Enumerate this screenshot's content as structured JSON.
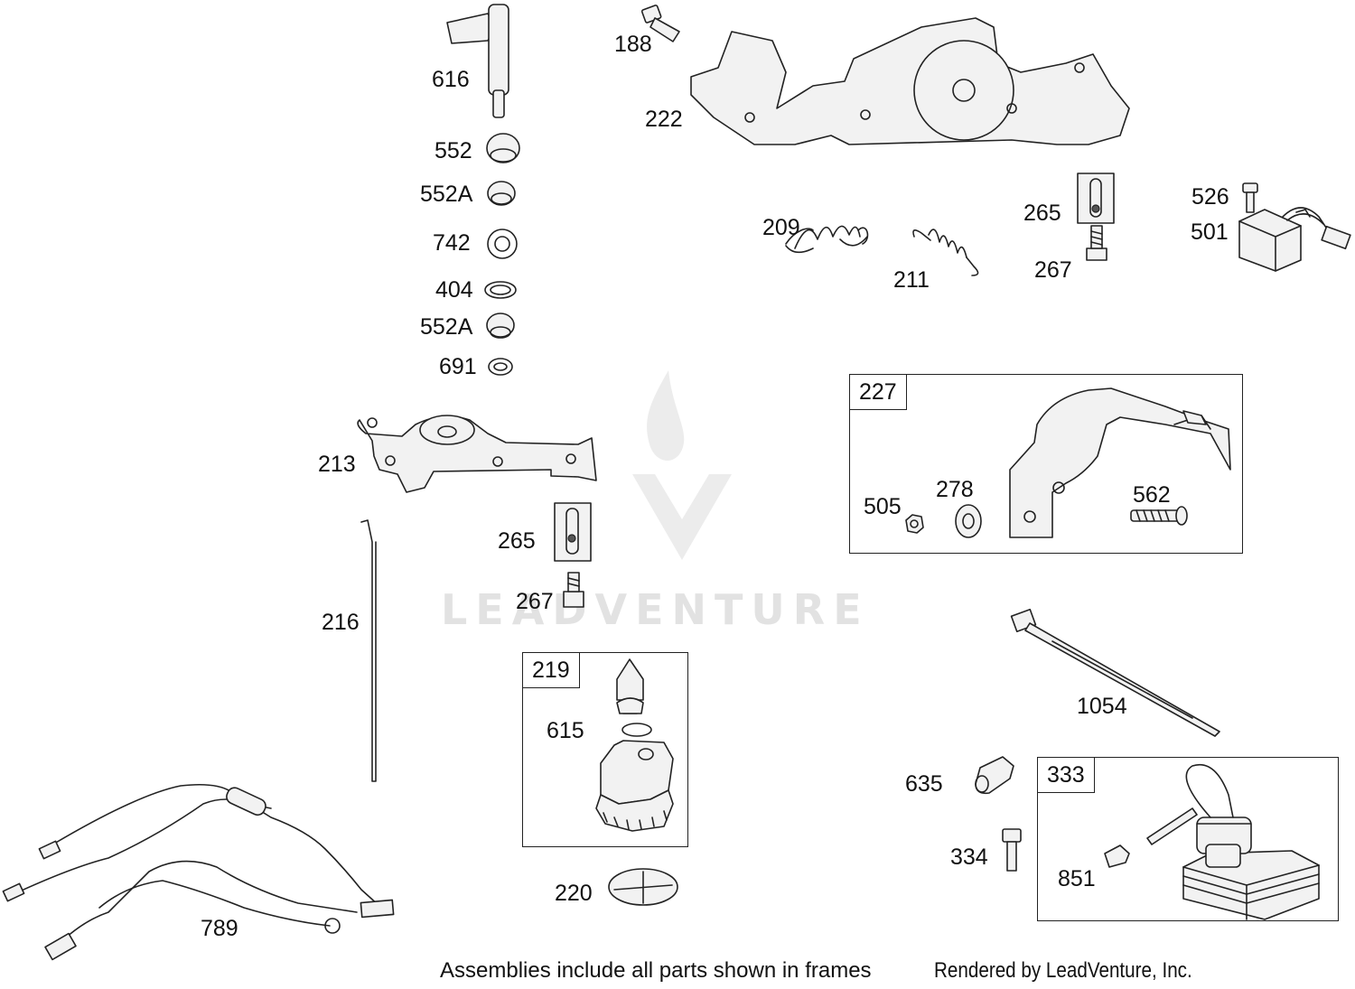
{
  "labels": {
    "l188": "188",
    "l616": "616",
    "l222": "222",
    "l552": "552",
    "l552a_1": "552A",
    "l742": "742",
    "l404": "404",
    "l552a_2": "552A",
    "l691": "691",
    "l209": "209",
    "l211": "211",
    "l265_1": "265",
    "l267_1": "267",
    "l526": "526",
    "l501": "501",
    "l213": "213",
    "l265_2": "265",
    "l267_2": "267",
    "l216": "216",
    "l505": "505",
    "l278": "278",
    "l562": "562",
    "l615": "615",
    "l220": "220",
    "l1054": "1054",
    "l635": "635",
    "l334": "334",
    "l851": "851",
    "l789": "789"
  },
  "frames": {
    "f227": "227",
    "f219": "219",
    "f333": "333"
  },
  "watermark": "LEADVENTURE",
  "footer": {
    "note": "Assemblies include all parts shown in frames",
    "credit": "Rendered by LeadVenture, Inc."
  }
}
